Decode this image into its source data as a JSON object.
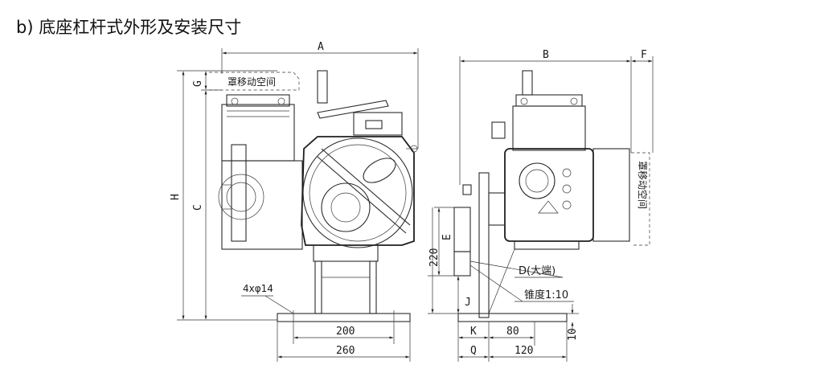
{
  "title": "b) 底座杠杆式外形及安装尺寸",
  "dimensions": {
    "A": "A",
    "B": "B",
    "F": "F",
    "G": "G",
    "H": "H",
    "C": "C",
    "E": "E",
    "J": "J",
    "K": "K",
    "Q": "Q",
    "d200": "200",
    "d260": "260",
    "d220": "220",
    "d80": "80",
    "d120": "120",
    "d10": "10"
  },
  "annotations": {
    "cover_space_left": "罩移动空间",
    "cover_space_right": "罩移动空间",
    "holes": "4xφ14",
    "shaft_big_end": "D(大端)",
    "taper": "锥度1:10"
  },
  "colors": {
    "line": "#2a2a2a",
    "background": "#ffffff"
  }
}
